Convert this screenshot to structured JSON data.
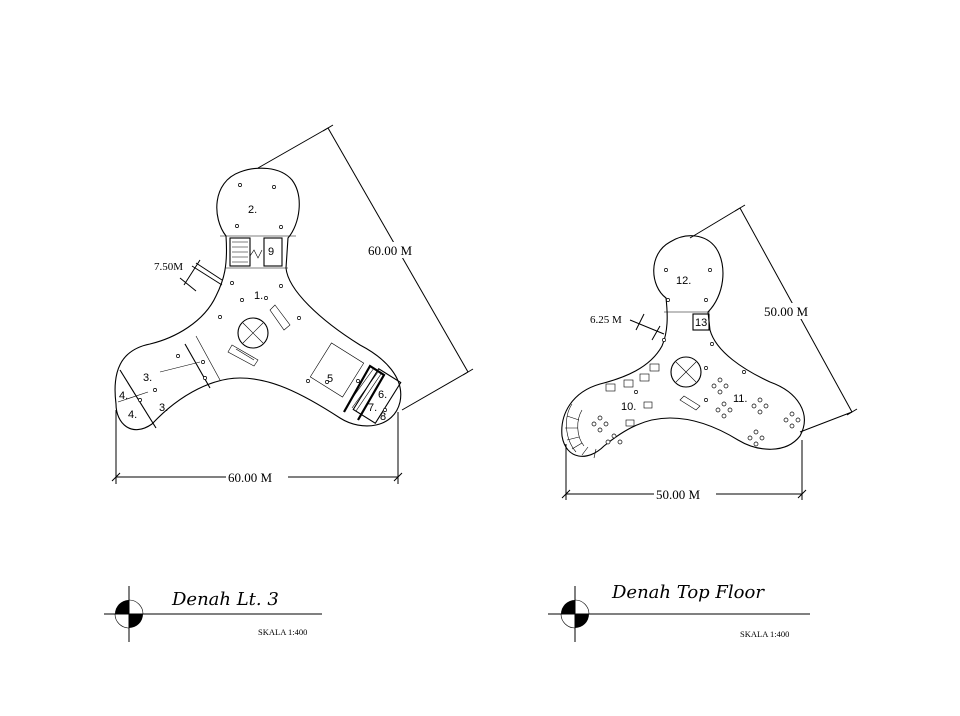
{
  "plans": [
    {
      "title": "Denah Lt. 3",
      "scale": "SKALA 1:400",
      "dimensions": {
        "diagonal": "60.00 M",
        "horizontal": "60.00 M",
        "corridor": "7.50M"
      },
      "rooms": [
        "2.",
        "1.",
        "9",
        "3.",
        "3.",
        "4.",
        "4.",
        "5",
        "6.",
        "7.",
        "8"
      ]
    },
    {
      "title": "Denah Top Floor",
      "scale": "SKALA 1:400",
      "dimensions": {
        "diagonal": "50.00 M",
        "horizontal": "50.00 M",
        "corridor": "6.25 M"
      },
      "rooms": [
        "12.",
        "13",
        "10.",
        "11."
      ]
    }
  ]
}
